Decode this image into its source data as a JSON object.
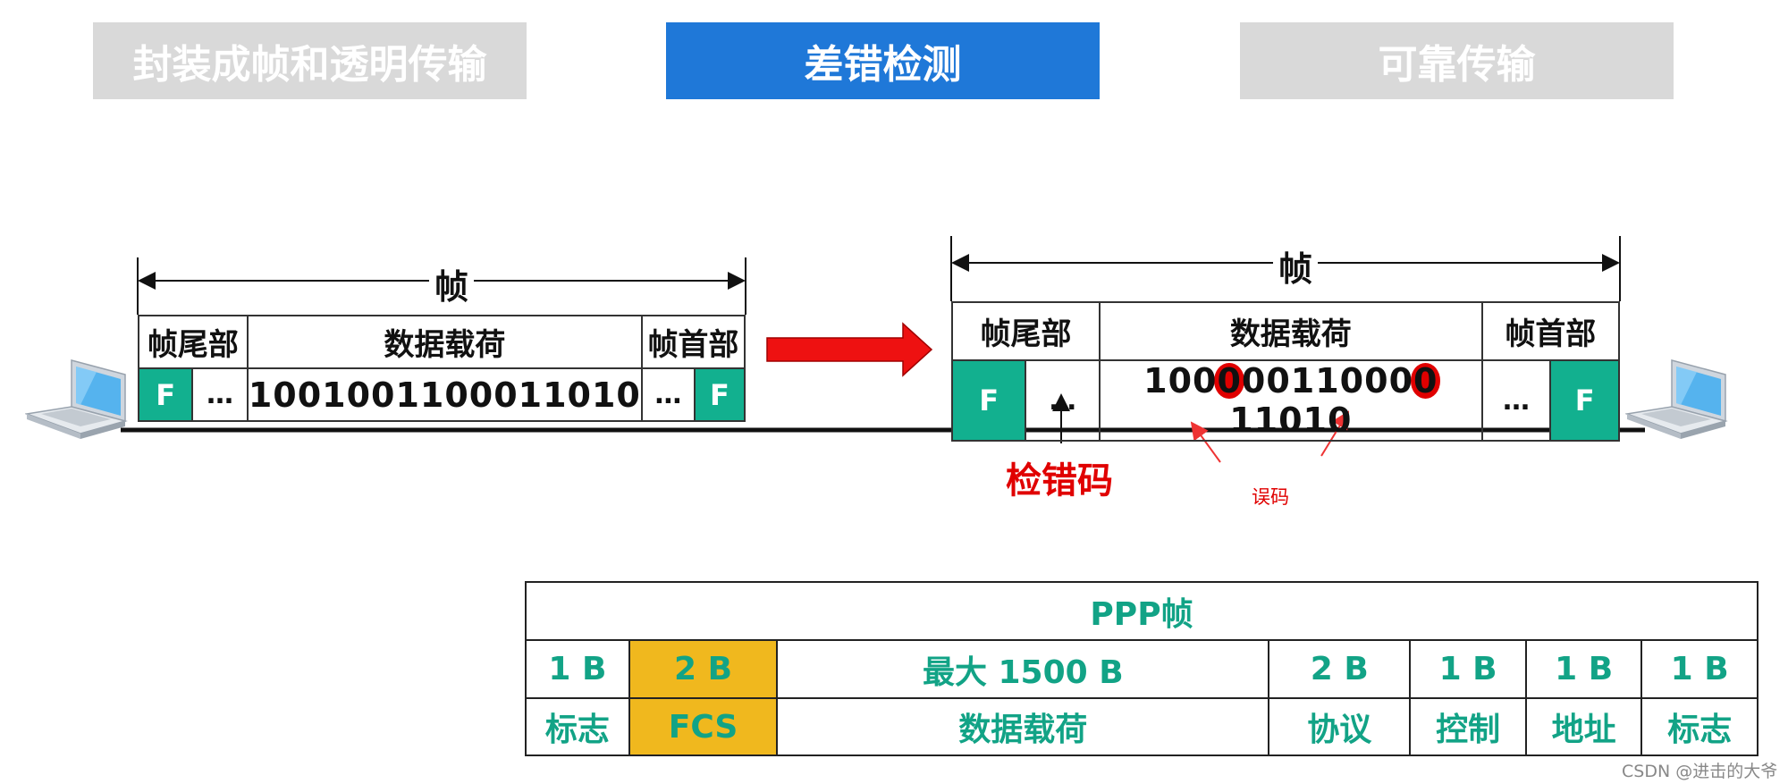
{
  "tabs": [
    {
      "label": "封装成帧和透明传输",
      "state": "inactive"
    },
    {
      "label": "差错检测",
      "state": "active"
    },
    {
      "label": "可靠传输",
      "state": "inactive"
    }
  ],
  "left_frame": {
    "span_label": "帧",
    "headers": {
      "tail": "帧尾部",
      "payload": "数据载荷",
      "head": "帧首部"
    },
    "flag": "F",
    "dots": "…",
    "bits": "1001001100011010"
  },
  "right_frame": {
    "span_label": "帧",
    "headers": {
      "tail": "帧尾部",
      "payload": "数据载荷",
      "head": "帧首部"
    },
    "flag": "F",
    "dots": "…",
    "bits_parts": [
      "100",
      "0",
      "0011000",
      "0",
      "11010"
    ]
  },
  "annotations": {
    "checksum_label": "检错码",
    "error_label": "误码"
  },
  "ppp_table": {
    "title": "PPP帧",
    "sizes": [
      "1 B",
      "2 B",
      "最大 1500 B",
      "2 B",
      "1 B",
      "1 B",
      "1 B"
    ],
    "fields": [
      "标志",
      "FCS",
      "数据载荷",
      "协议",
      "控制",
      "地址",
      "标志"
    ]
  },
  "watermark": "CSDN @进击的大爷",
  "colors": {
    "active_tab": "#1f78d8",
    "inactive_tab": "#d9d9d9",
    "flag": "#12b08f",
    "fcs_highlight": "#f0b81e",
    "ppp_text": "#12a386",
    "error_red": "#e00000"
  }
}
